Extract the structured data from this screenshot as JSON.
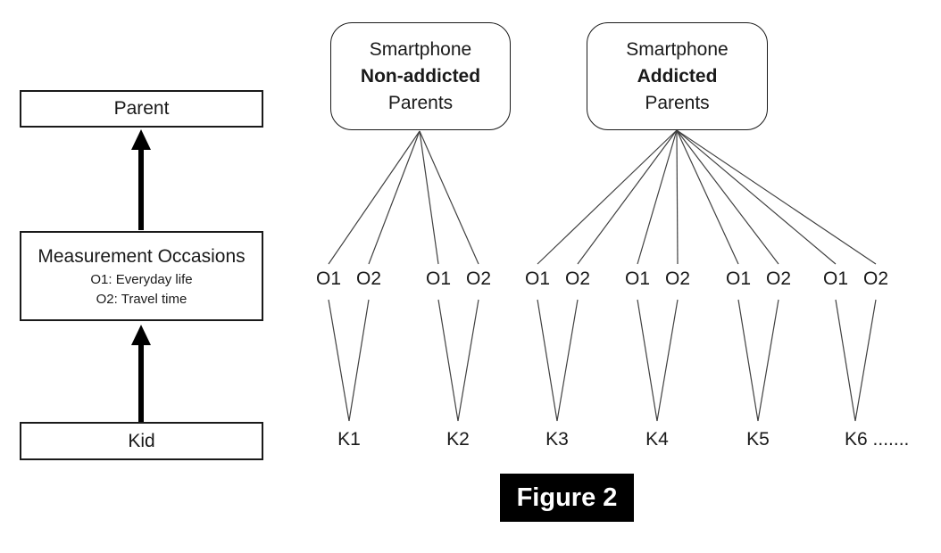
{
  "figure_caption": "Figure 2",
  "left_flow": {
    "parent": "Parent",
    "measurement": {
      "title": "Measurement Occasions",
      "line1": "O1: Everyday life",
      "line2": "O2: Travel time"
    },
    "kid": "Kid"
  },
  "groups": [
    {
      "line1": "Smartphone",
      "line2": "Non-addicted",
      "line3": "Parents"
    },
    {
      "line1": "Smartphone",
      "line2": "Addicted",
      "line3": "Parents"
    }
  ],
  "occasion_labels": {
    "o1": "O1",
    "o2": "O2"
  },
  "kid_labels": [
    "K1",
    "K2",
    "K3",
    "K4",
    "K5",
    "K6 ......."
  ],
  "colors": {
    "connector_line": "#404040",
    "arrow": "#000000",
    "box_border": "#1a1a1a",
    "caption_bg": "#000000",
    "caption_fg": "#ffffff"
  }
}
